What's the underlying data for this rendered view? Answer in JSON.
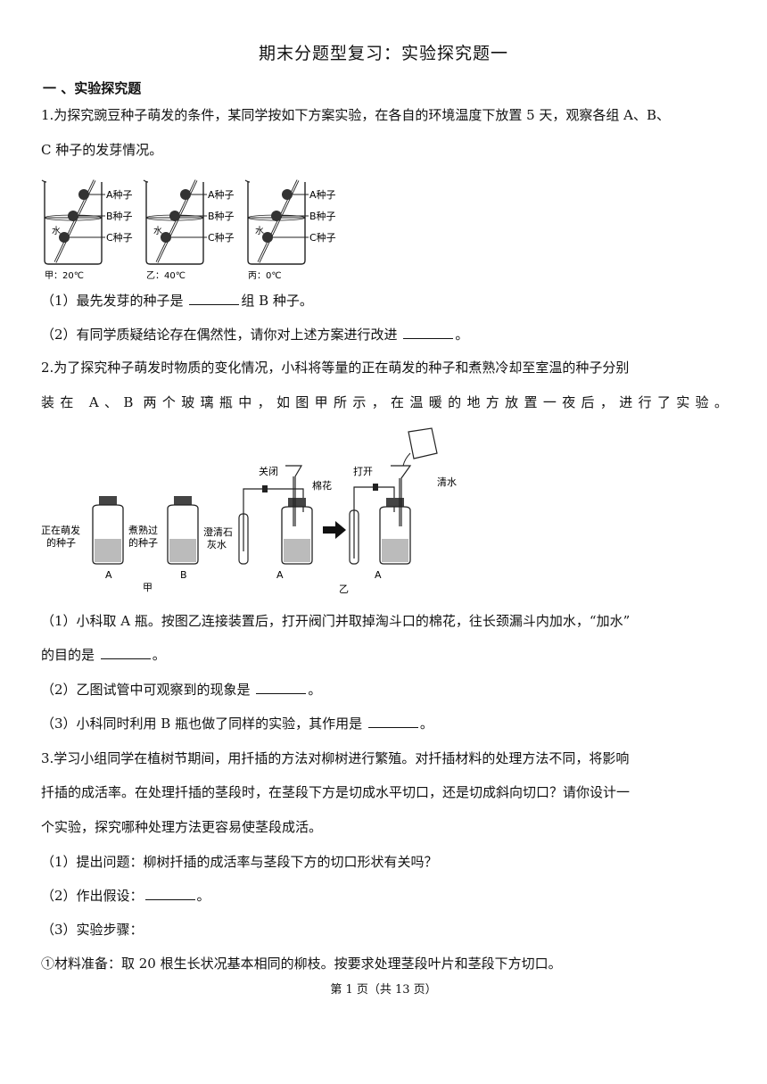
{
  "title": "期末分题型复习：实验探究题一",
  "section": "一  、实验探究题",
  "q1": {
    "line1": "1.为探究豌豆种子萌发的条件，某同学按如下方案实验，在各自的环境温度下放置 5 天，观察各组 A、B、",
    "line2": "C 种子的发芽情况。",
    "fig": {
      "seed_a": "A种子",
      "seed_b": "B种子",
      "seed_c": "C种子",
      "water": "水",
      "cond1": "甲：20℃",
      "cond2": "乙：40℃",
      "cond3": "丙：0℃"
    },
    "s1_pre": "（1）最先发芽的种子是 ",
    "s1_post": "组 B 种子。",
    "s2_pre": "（2）有同学质疑结论存在偶然性，请你对上述方案进行改进 ",
    "s2_post": "。"
  },
  "q2": {
    "line1": "2.为了探究种子萌发时物质的变化情况，小科将等量的正在萌发的种子和煮熟冷却至室温的种子分别",
    "line2": "装在 A、B 两个玻璃瓶中，如图甲所示，在温暖的地方放置一夜后，进行了实验。",
    "fig": {
      "germinating1": "正在萌发",
      "germinating2": "的种子",
      "cooked1": "煮熟过",
      "cooked2": "的种子",
      "limewater1": "澄清石",
      "limewater2": "灰水",
      "closed": "关闭",
      "cotton": "棉花",
      "open": "打开",
      "clear_water": "清水",
      "bottle_a": "A",
      "bottle_b": "B",
      "fig_jia": "甲",
      "fig_yi": "乙"
    },
    "s1_line1": "（1）小科取 A 瓶。按图乙连接装置后，打开阀门并取掉淘斗口的棉花，往长颈漏斗内加水，“加水”",
    "s1_line2_pre": "的目的是 ",
    "s1_line2_post": "。",
    "s2_pre": "（2）乙图试管中可观察到的现象是 ",
    "s2_post": "。",
    "s3_pre": "（3）小科同时利用 B 瓶也做了同样的实验，其作用是 ",
    "s3_post": "。"
  },
  "q3": {
    "line1": "3.学习小组同学在植树节期间，用扦插的方法对柳树进行繁殖。对扦插材料的处理方法不同，将影响",
    "line2": "扦插的成活率。在处理扦插的茎段时，在茎段下方是切成水平切口，还是切成斜向切口？请你设计一",
    "line3": "个实验，探究哪种处理方法更容易使茎段成活。",
    "s1": "（1）提出问题：柳树扦插的成活率与茎段下方的切口形状有关吗？",
    "s2_pre": "（2）作出假设：",
    "s2_post": "。",
    "s3": "（3）实验步骤：",
    "s4": "①材料准备：取 20 根生长状况基本相同的柳枝。按要求处理茎段叶片和茎段下方切口。"
  },
  "footer": "第 1 页（共 13 页）"
}
